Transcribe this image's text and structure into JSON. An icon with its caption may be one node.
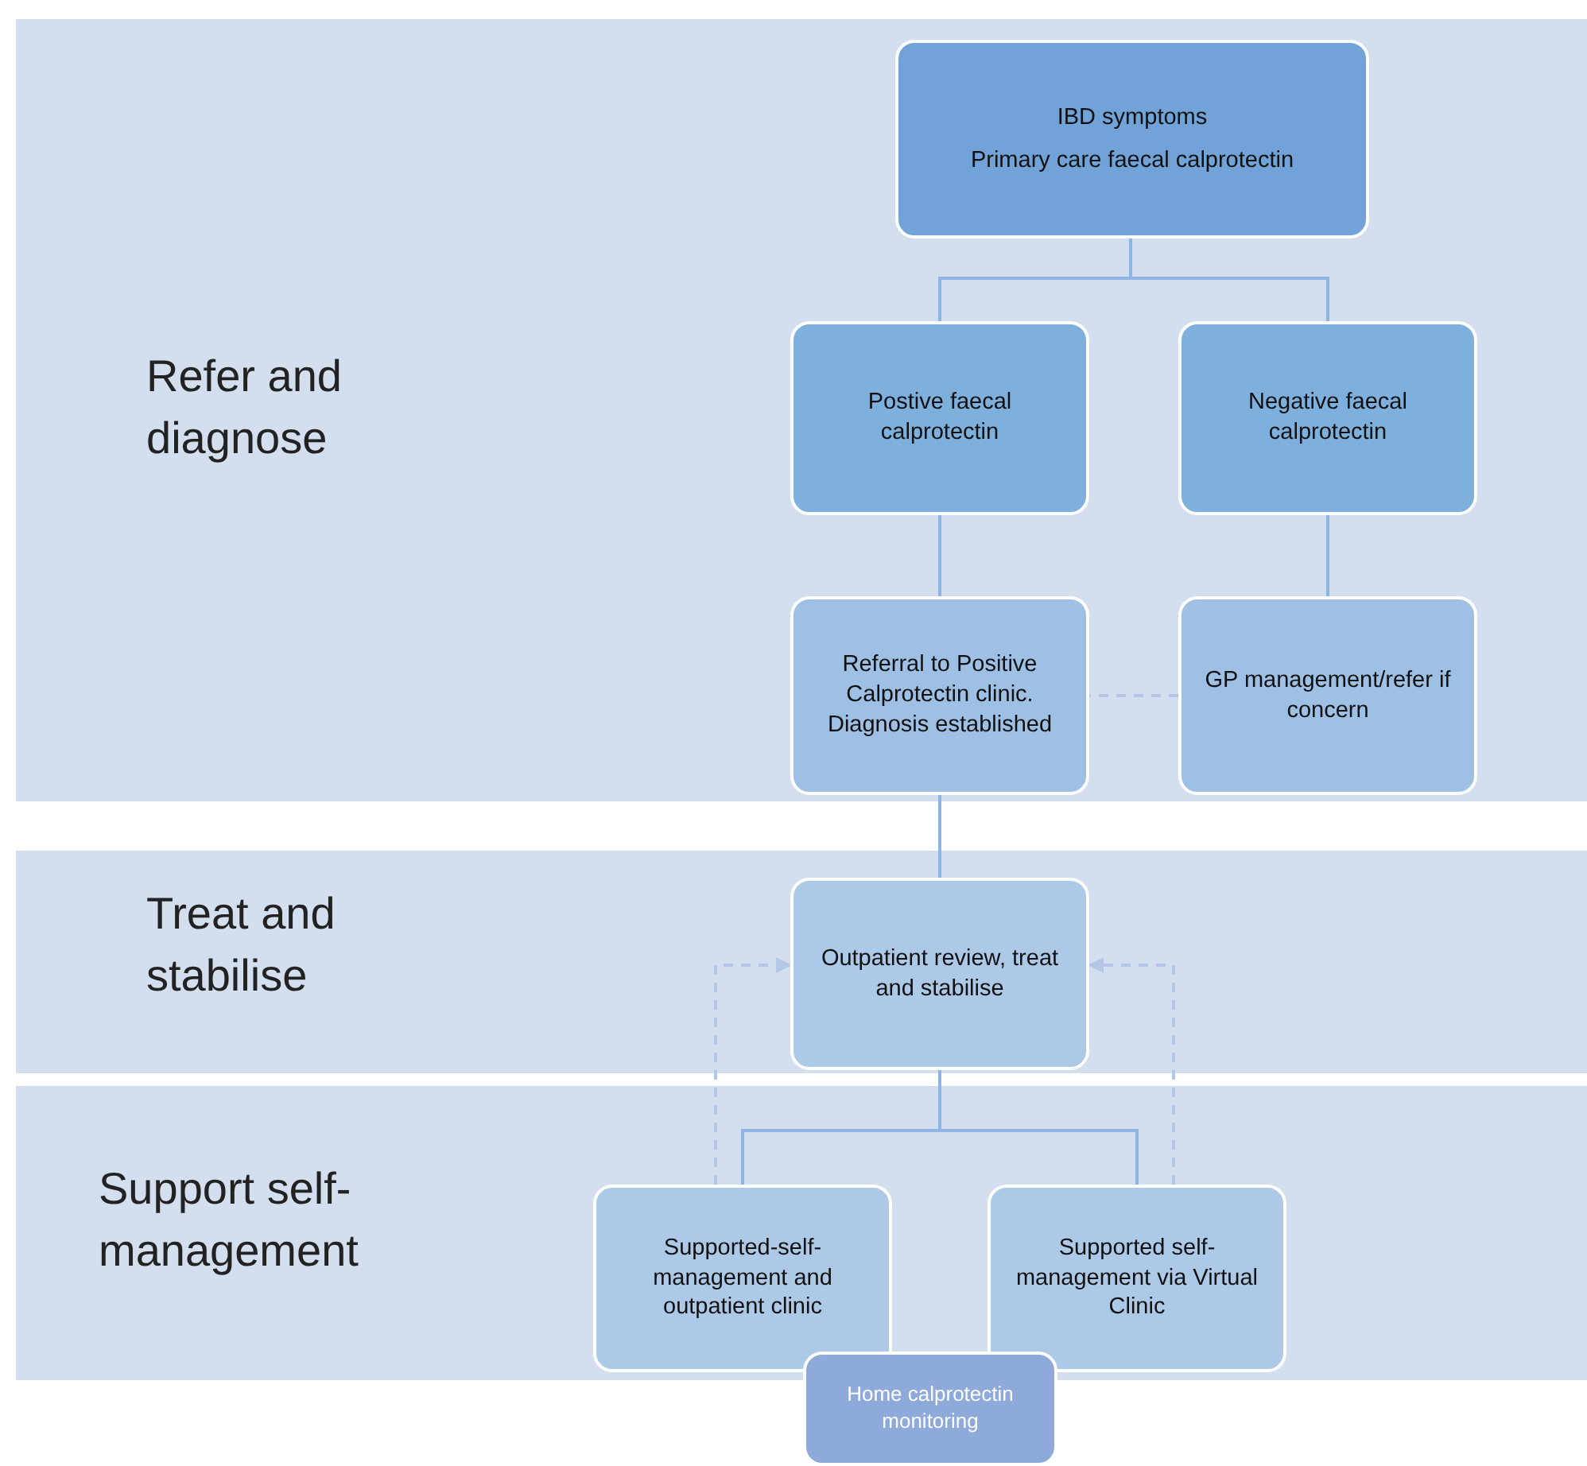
{
  "diagram": {
    "nodes": [
      {
        "text": [
          "Refer and diagnose"
        ]
      },
      {
        "text": [
          "IBD symptoms",
          "Primary care faecal calprotectin"
        ],
        "in": 0
      },
      {
        "text": [
          "Postive faecal calprotectin"
        ],
        "in": 0
      },
      {
        "text": [
          "Negative faecal calprotectin"
        ],
        "in": 0
      },
      {
        "text": [
          "Referral to Positive Calprotectin clinic. Diagnosis established"
        ],
        "in": 0
      },
      {
        "text": [
          "GP management/refer if concern"
        ],
        "in": 0
      },
      {
        "text": [
          "Treat and stabilise"
        ]
      },
      {
        "text": [
          "Outpatient review, treat and stabilise"
        ],
        "in": 6
      },
      {
        "text": [
          "Support self-management"
        ]
      },
      {
        "text": [
          "Supported-self-management and outpatient clinic"
        ],
        "in": 8
      },
      {
        "text": [
          "Supported self-management via Virtual Clinic"
        ],
        "in": 8
      },
      {
        "text": [
          "Home calprotectin monitoring"
        ]
      }
    ],
    "edges": [
      {
        "from": 1,
        "to": 2,
        "arrow": "none"
      },
      {
        "from": 1,
        "to": 3,
        "arrow": "none"
      },
      {
        "from": 2,
        "to": 4,
        "arrow": "none"
      },
      {
        "from": 3,
        "to": 5,
        "arrow": "none"
      },
      {
        "from": 5,
        "to": 4,
        "arrow": "none",
        "style": "dashed",
        "color": "#b4c7e7"
      },
      {
        "from": 4,
        "to": 7,
        "arrow": "none"
      },
      {
        "from": 7,
        "to": 9,
        "arrow": "none"
      },
      {
        "from": 7,
        "to": 10,
        "arrow": "none"
      },
      {
        "from": 9,
        "to": 7,
        "arrow": "to",
        "style": "dashed",
        "color": "#b4c7e7"
      },
      {
        "from": 10,
        "to": 7,
        "arrow": "to",
        "style": "dashed",
        "color": "#b4c7e7"
      }
    ]
  }
}
